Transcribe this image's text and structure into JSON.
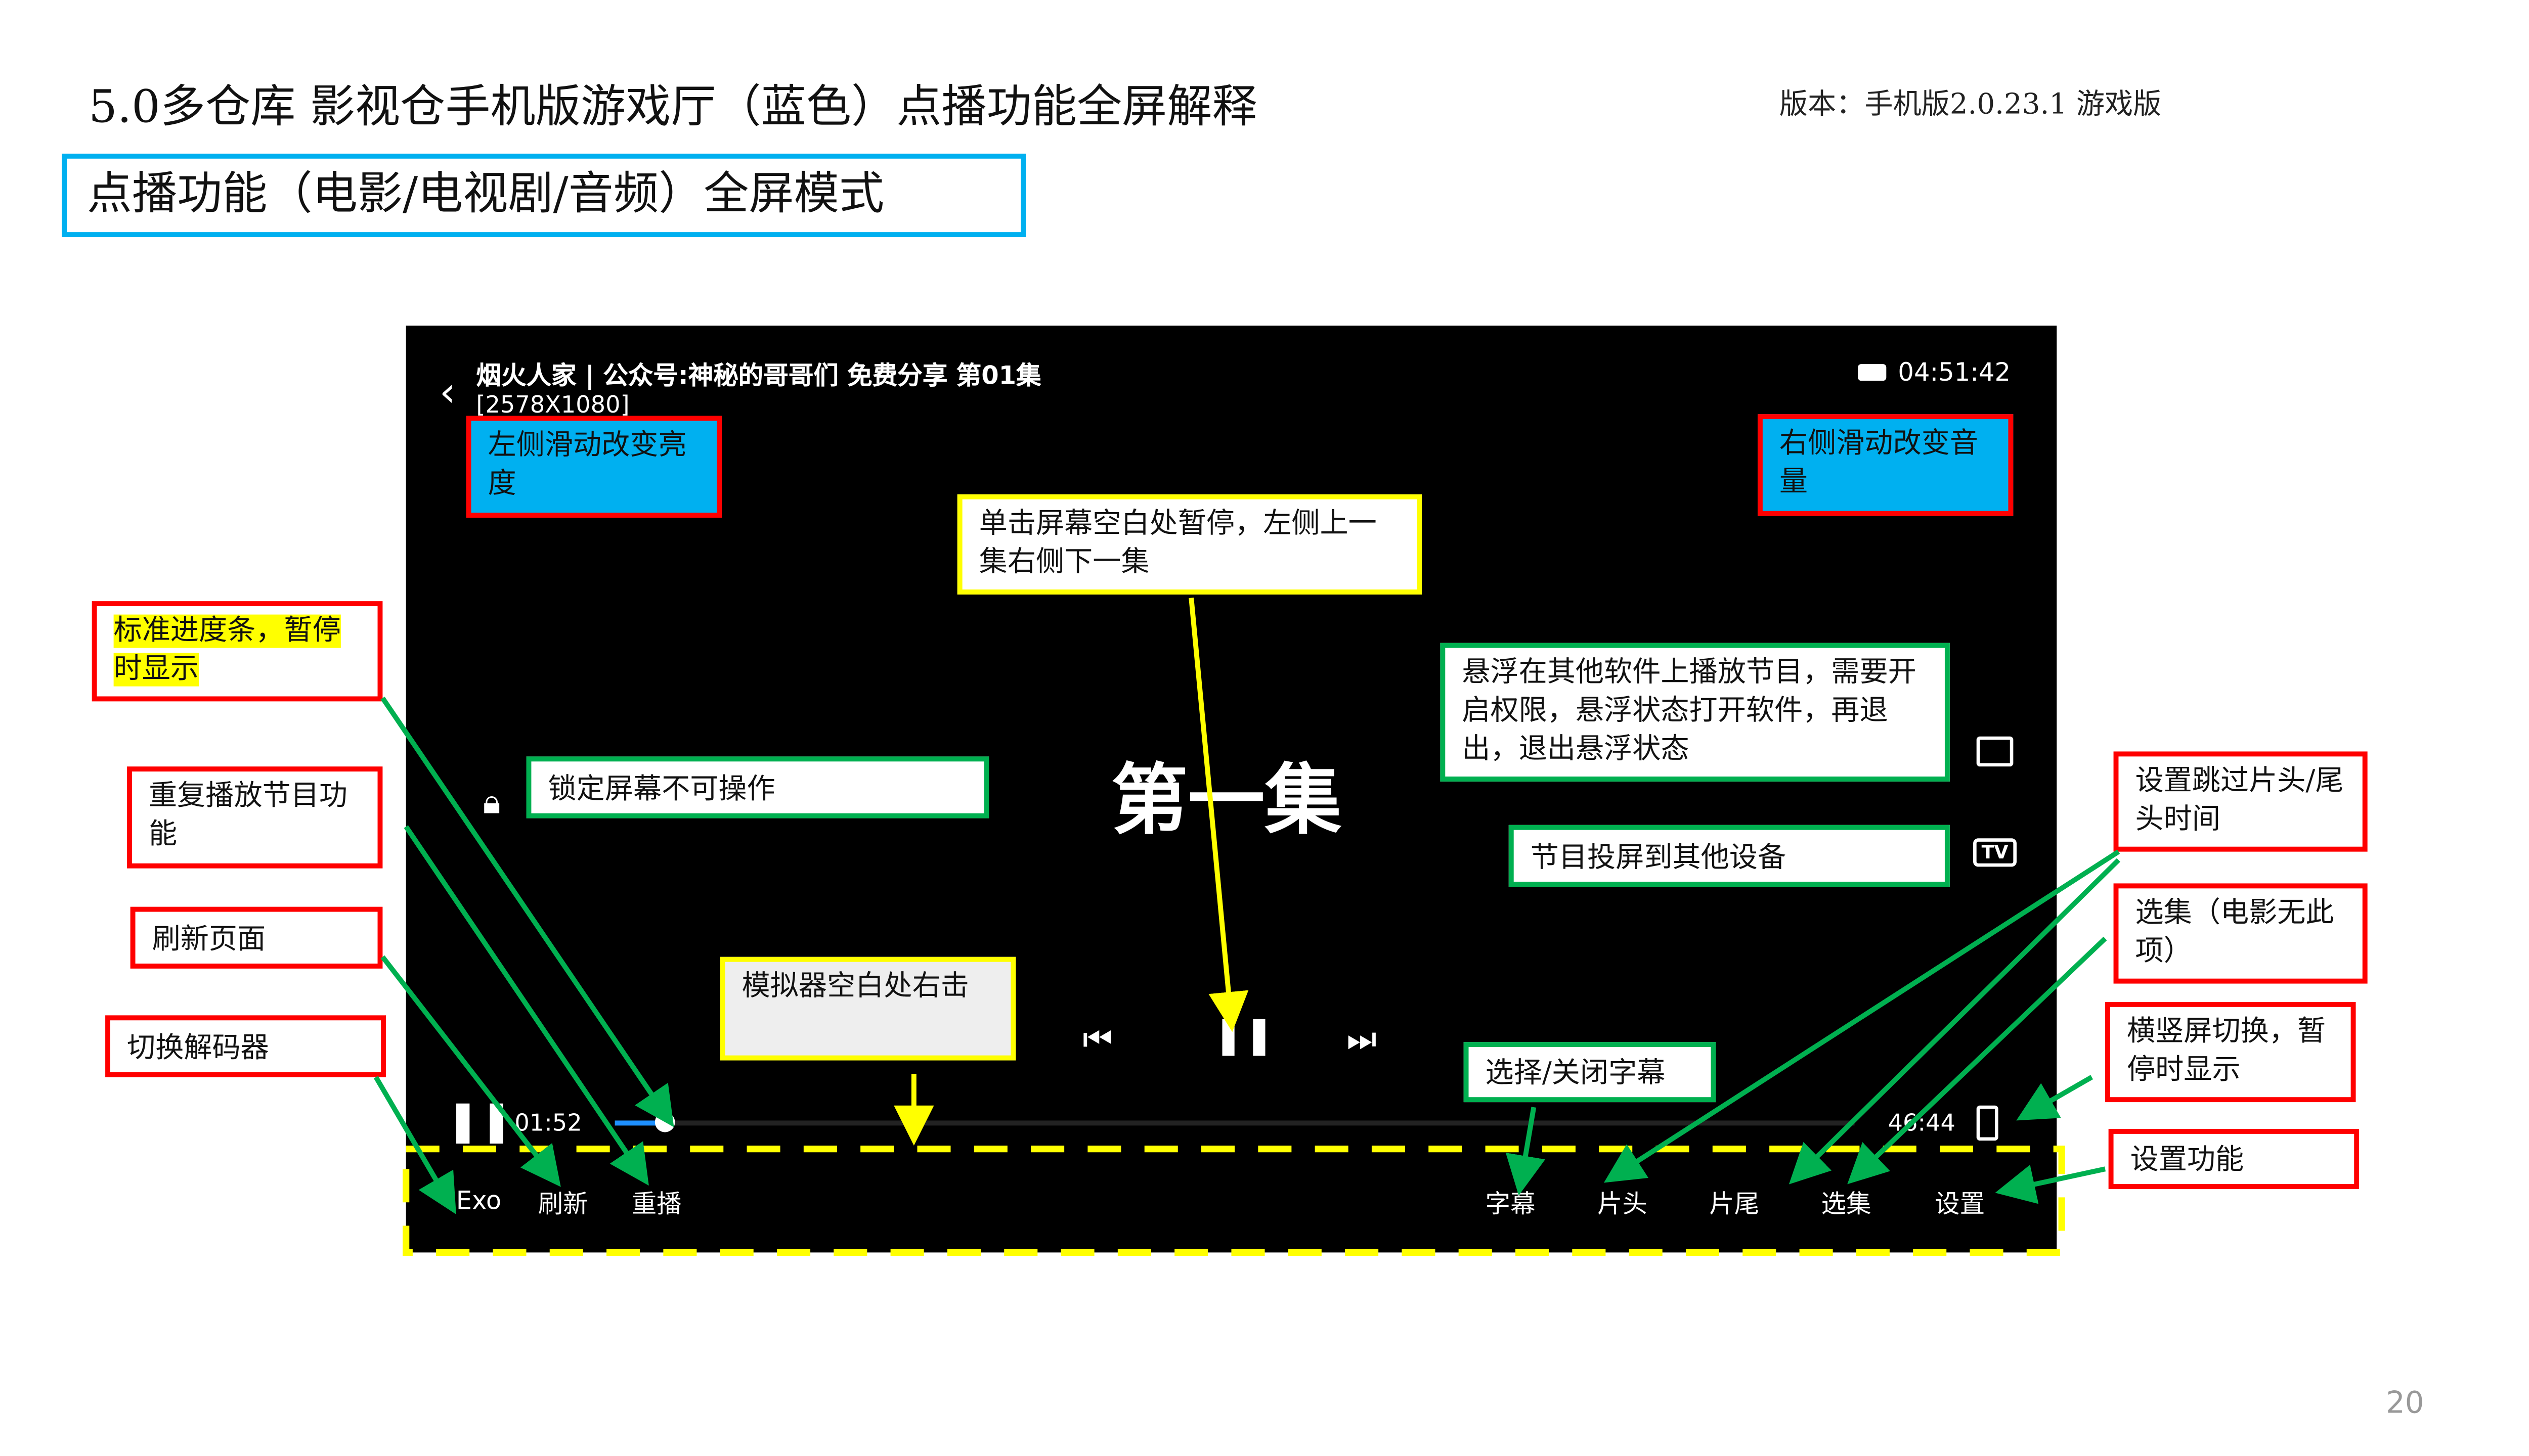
{
  "header": {
    "title": "5.0多仓库 影视仓手机版游戏厅（蓝色）点播功能全屏解释",
    "version": "版本：手机版2.0.23.1 游戏版",
    "mode_box": "点播功能（电影/电视剧/音频）全屏模式"
  },
  "player": {
    "video_title": "烟火人家 | 公众号:神秘的哥哥们 免费分享 第01集",
    "resolution": "[2578X1080]",
    "clock": "04:51:42",
    "episode_overlay": "第一集",
    "current_time": "01:52",
    "total_time": "46:44",
    "progress_percent": 4,
    "bottom_left": [
      "Exo",
      "刷新",
      "重播"
    ],
    "bottom_right": [
      "字幕",
      "片头",
      "片尾",
      "选集",
      "设置"
    ]
  },
  "annotations": {
    "left_brightness": "左侧滑动改变亮度",
    "right_volume": "右侧滑动改变音量",
    "tap_pause": "单击屏幕空白处暂停，左侧上一集右侧下一集",
    "floating": "悬浮在其他软件上播放节目，需要开启权限，悬浮状态打开软件，再退出，退出悬浮状态",
    "lock": "锁定屏幕不可操作",
    "cast": "节目投屏到其他设备",
    "subtitle": "选择/关闭字幕",
    "emulator_tap": "模拟器空白处右击",
    "progress": "标准进度条，暂停时显示",
    "replay": "重复播放节目功能",
    "refresh": "刷新页面",
    "decoder": "切换解码器",
    "skip": "设置跳过片头/尾头时间",
    "episodes": "选集（电影无此项）",
    "orientation": "横竖屏切换，暂停时显示",
    "settings": "设置功能"
  },
  "page_number": "20",
  "colors": {
    "blue": "#00b0f0",
    "red": "#ff0000",
    "green": "#00b050",
    "yellow": "#ffff00",
    "progress": "#1e90ff"
  }
}
